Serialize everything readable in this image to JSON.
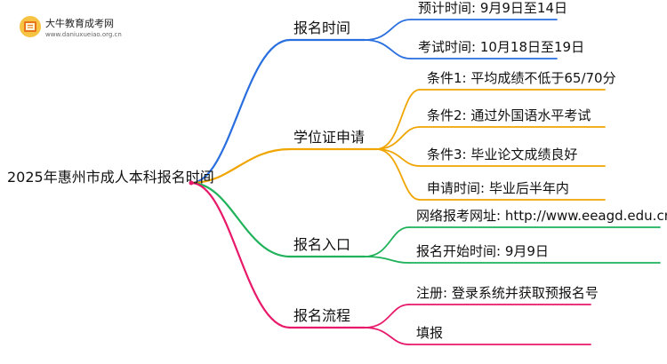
{
  "logo": {
    "title": "大牛教育成考网",
    "url": "www.daniuxueiao.org.cn"
  },
  "mindmap": {
    "root": "2025年惠州市成人本科报名时间",
    "branches": [
      {
        "label": "报名时间",
        "color": "#2a6fe0",
        "leaves": [
          "预计时间: 9月9日至14日",
          "考试时间: 10月18日至19日"
        ]
      },
      {
        "label": "学位证申请",
        "color": "#f0a500",
        "leaves": [
          "条件1: 平均成绩不低于65/70分",
          "条件2: 通过外国语水平考试",
          "条件3: 毕业论文成绩良好",
          "申请时间: 毕业后半年内"
        ]
      },
      {
        "label": "报名入口",
        "color": "#1fb25a",
        "leaves": [
          "网络报考网址: http://www.eeagd.edu.cn/cr",
          "报名开始时间: 9月9日"
        ]
      },
      {
        "label": "报名流程",
        "color": "#e8196a",
        "leaves": [
          "注册: 登录系统并获取预报名号",
          "填报"
        ]
      }
    ]
  }
}
